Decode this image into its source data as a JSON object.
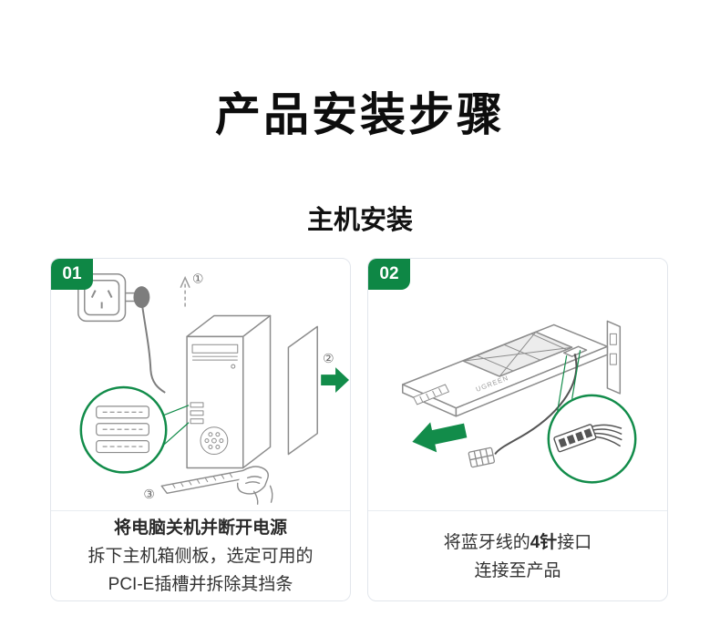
{
  "page": {
    "title": "产品安装步骤",
    "subtitle": "主机安装"
  },
  "colors": {
    "accent_green": "#128c4a",
    "badge_green": "#0e8745",
    "card_border": "#e2e6ec",
    "line_art_gray": "#8c8c8c",
    "text": "#333333"
  },
  "steps": [
    {
      "badge": "01",
      "annotations": [
        "①",
        "②",
        "③"
      ],
      "caption": {
        "line1": "将电脑关机并断开电源",
        "line2": "拆下主机箱侧板，选定可用的",
        "line3": "PCI-E插槽并拆除其挡条"
      }
    },
    {
      "badge": "02",
      "card_label": "UGREEN",
      "caption": {
        "line1_prefix": "将蓝牙线的",
        "line1_bold": "4针",
        "line1_suffix": "接口",
        "line2": "连接至产品"
      }
    }
  ]
}
